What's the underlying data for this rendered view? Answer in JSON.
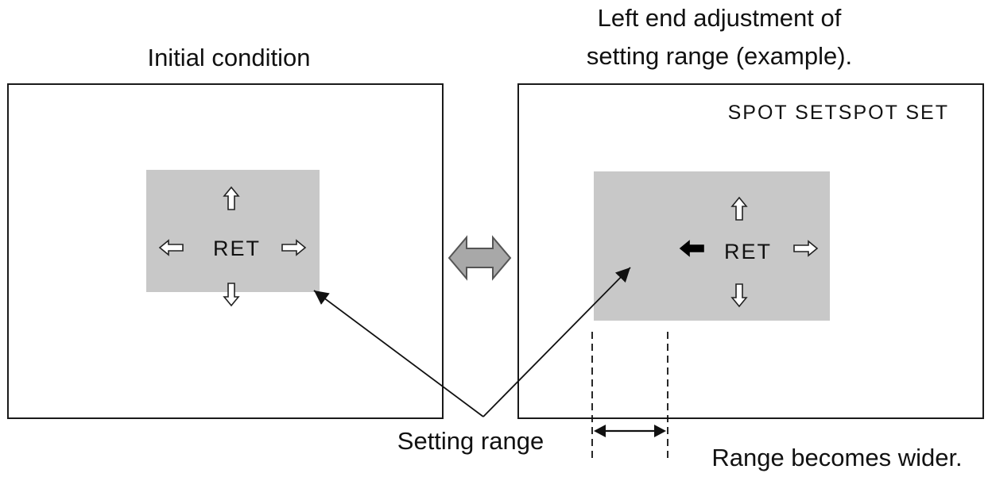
{
  "left_panel": {
    "title": "Initial condition",
    "ret_label": "RET"
  },
  "right_panel": {
    "title_line1": "Left end adjustment of",
    "title_line2": "setting range (example).",
    "header_label": "SPOT SETSPOT SET",
    "ret_label": "RET"
  },
  "annotations": {
    "setting_range": "Setting range",
    "range_wider": "Range becomes wider."
  },
  "colors": {
    "panel_fill": "#c8c8c8",
    "frame_stroke": "#1a1a1a",
    "double_arrow_fill": "#a8a8a8",
    "active_arrow": "#000000",
    "inactive_arrow": "#ffffff"
  },
  "icons": {
    "toggle_arrow": "double-arrow-icon",
    "direction_arrows": "outline-arrow-icon",
    "active_left": "filled-left-arrow-icon"
  }
}
